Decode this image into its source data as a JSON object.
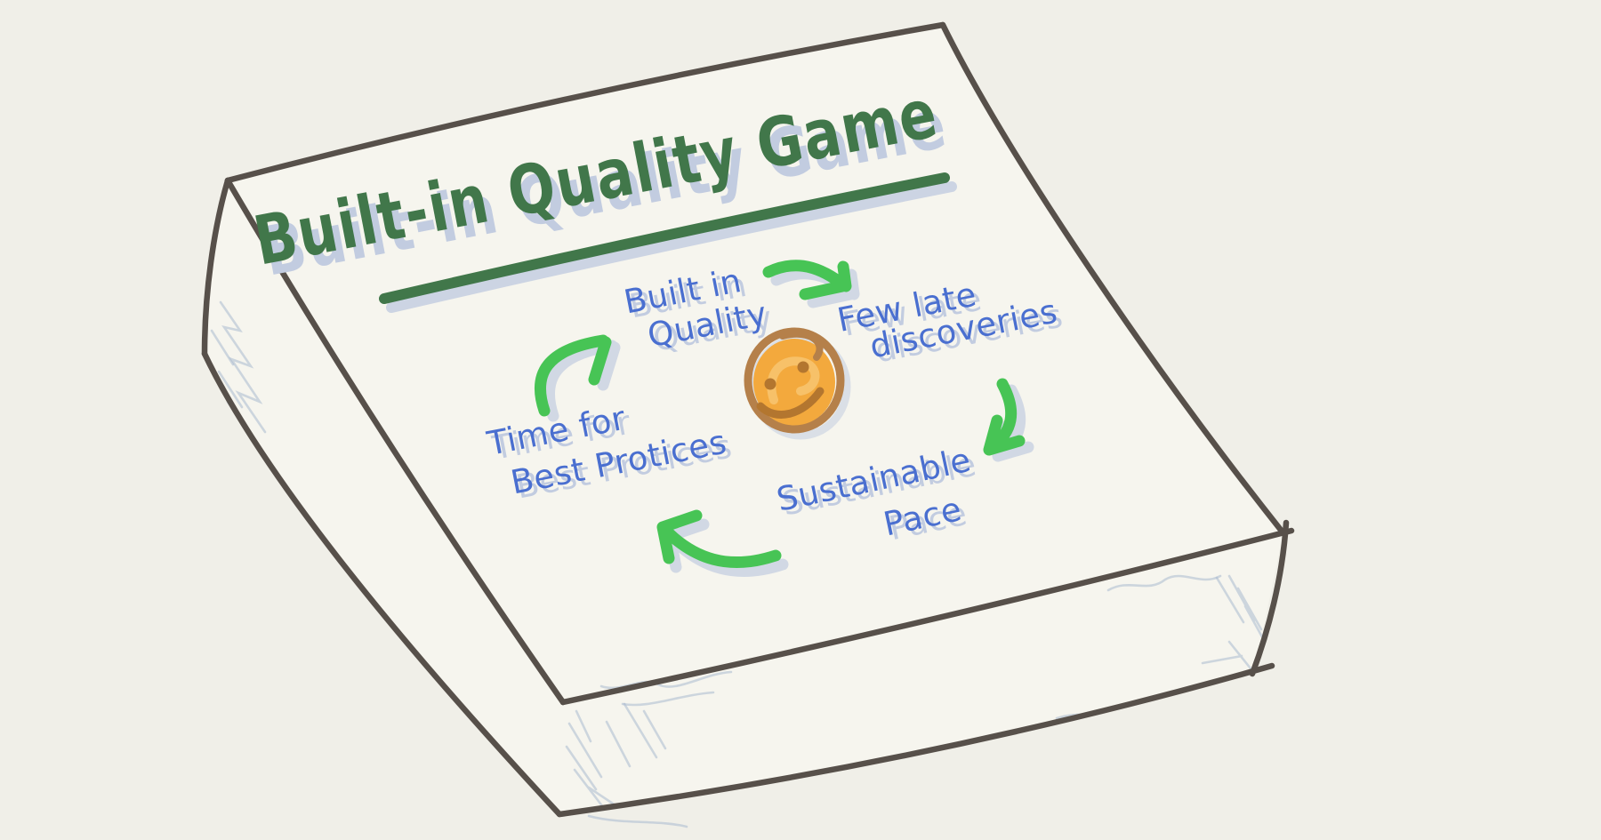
{
  "artwork": {
    "kind": "hand-drawn marker sketch",
    "subject": "board game box cover with a reinforcing cycle diagram"
  },
  "title": "Built-in Quality Game",
  "cycle": {
    "direction": "clockwise",
    "center_icon": "smiley-face",
    "nodes": [
      {
        "id": "built-in-quality",
        "line1": "Built in",
        "line2": "Quality"
      },
      {
        "id": "few-late-discoveries",
        "line1": "Few late",
        "line2": "discoveries"
      },
      {
        "id": "sustainable-pace",
        "line1": "Sustainable",
        "line2": "Pace"
      },
      {
        "id": "time-for-best-practices",
        "line1": "Time for",
        "line2": "Best Protices"
      }
    ]
  },
  "colors": {
    "background": "#f0efe8",
    "paper": "#f6f5ee",
    "box_outline": "#57504a",
    "title_green": "#41774a",
    "arrow_green": "#47c455",
    "handwriting_blue": "#4a6fd0",
    "pencil_shadow": "#c2cce0",
    "pencil_shading": "#a9b9cf",
    "smiley_orange": "#f3a93d",
    "smiley_highlight": "#f7c169",
    "smiley_brown": "#b5804a",
    "smiley_feature": "#b3762f"
  }
}
